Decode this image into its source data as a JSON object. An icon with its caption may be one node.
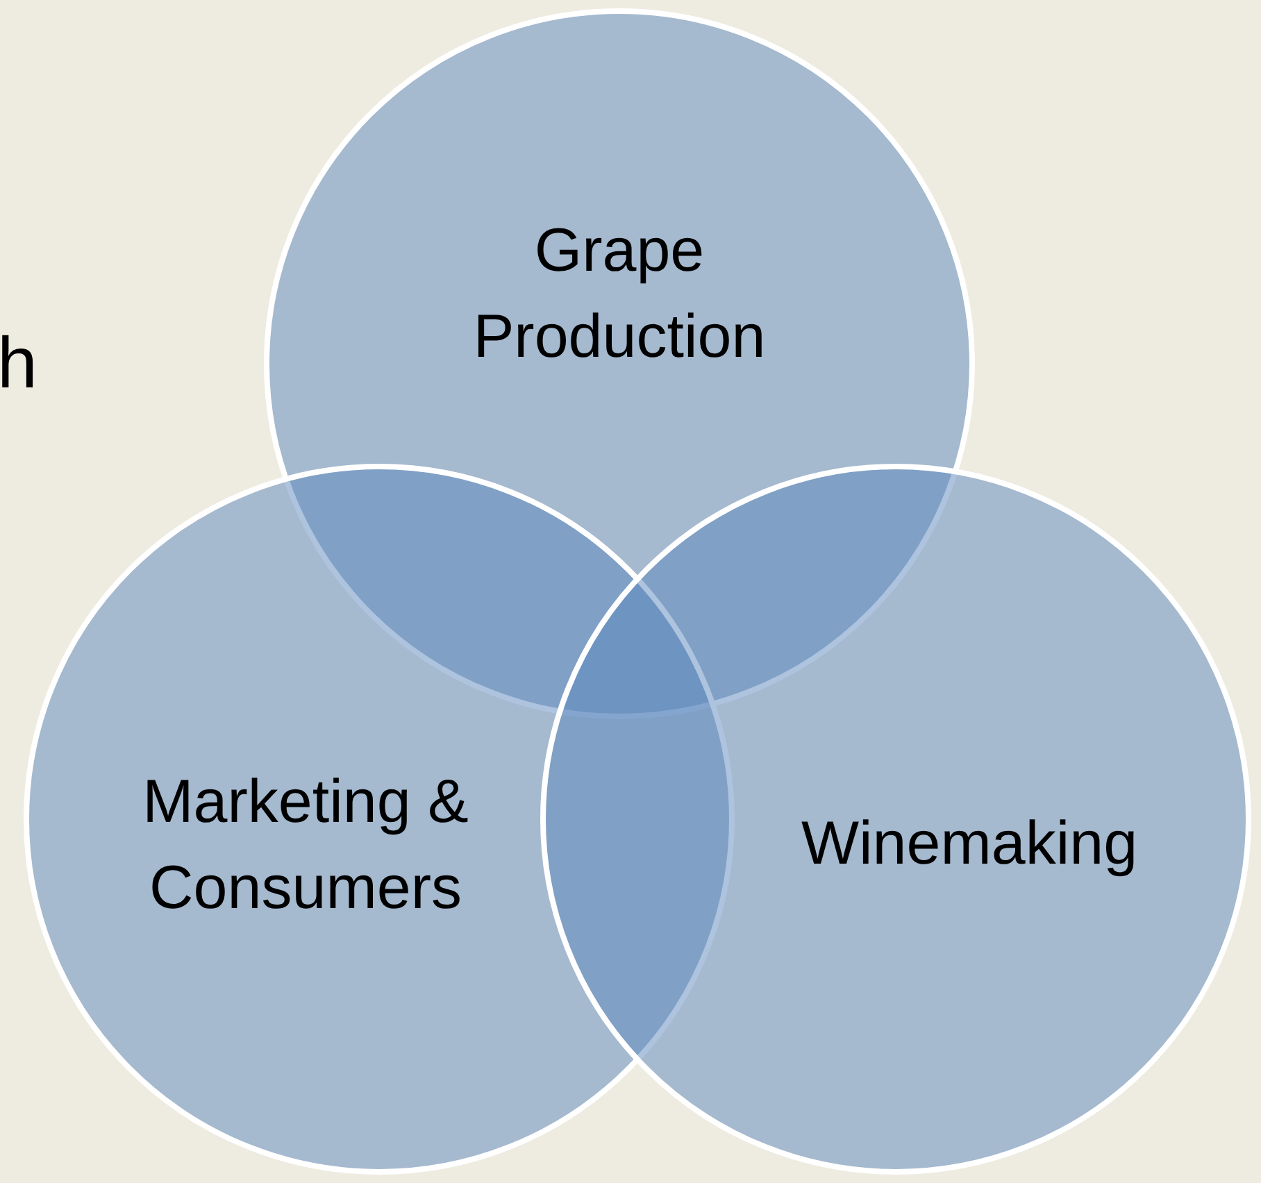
{
  "diagram": {
    "nodes": [
      {
        "text": [
          "Grape Production"
        ]
      },
      {
        "text": [
          "Marketing & Consumers"
        ]
      },
      {
        "text": [
          "Winemaking"
        ]
      }
    ],
    "labels": [
      "h"
    ]
  }
}
